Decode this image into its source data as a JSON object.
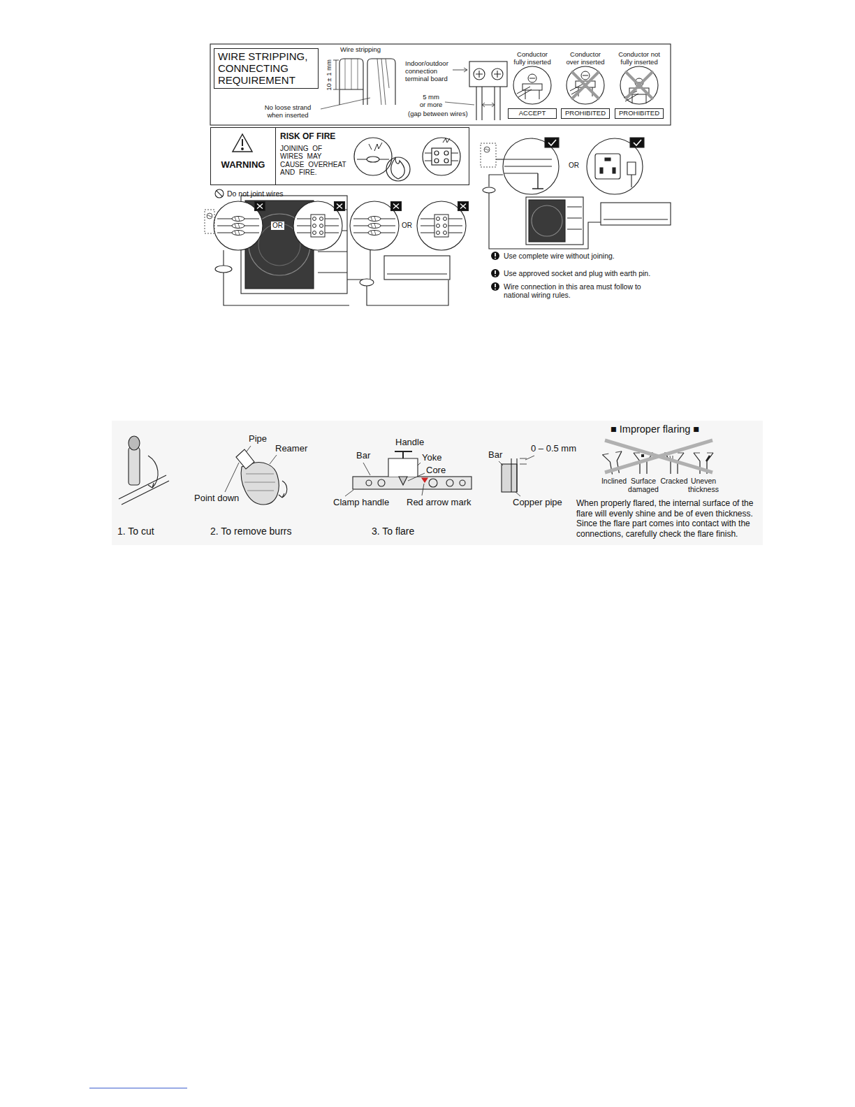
{
  "diagram": {
    "nodes": [
      {
        "text": [
          "WIRE STRIPPING, CONNECTING REQUIREMENT"
        ]
      },
      {
        "text": [
          "ACCEPT"
        ]
      },
      {
        "text": [
          "PROHIBITED"
        ]
      },
      {
        "text": [
          "PROHIBITED"
        ]
      },
      {
        "text": [
          "WARNING"
        ]
      },
      {
        "text": [
          "RISK OF FIRE",
          "JOINING OF WIRES MAY CAUSE OVERHEAT AND FIRE."
        ]
      }
    ],
    "labels": [
      "Wire stripping",
      "10 ± 1 mm",
      "No loose strand when inserted",
      "Indoor/outdoor connection terminal board",
      "5 mm or more",
      "(gap between wires)",
      "Conductor fully inserted",
      "Conductor over inserted",
      "Conductor not fully inserted",
      "Do not joint wires",
      "OR",
      "OR",
      "OR",
      "Use complete wire without joining.",
      "Use approved socket and plug with earth pin.",
      "Wire connection in this area must follow to national wiring rules.",
      "Pipe",
      "Reamer",
      "Point down",
      "Handle",
      "Bar",
      "Yoke",
      "Core",
      "Clamp handle",
      "Red arrow mark",
      "Bar",
      "0 – 0.5 mm",
      "Copper pipe",
      "■ Improper flaring ■",
      "Inclined",
      "Surface damaged",
      "Cracked",
      "Uneven thickness",
      "When properly flared, the internal surface of the flare will evenly shine and be of even thickness. Since the flare part comes into contact with the connections, carefully check the flare finish.",
      "1. To cut",
      "2. To remove burrs",
      "3. To flare"
    ]
  }
}
